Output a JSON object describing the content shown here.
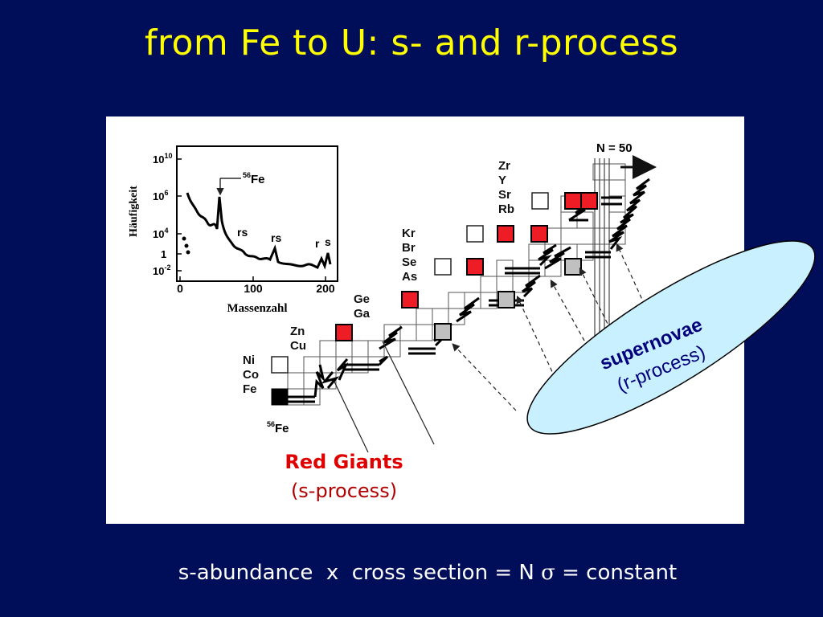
{
  "slide": {
    "title": "from Fe to U: s- and r-process",
    "formula": {
      "left": "s-abundance  x  cross section = N ",
      "sigma": "σ",
      "right": " = constant"
    }
  },
  "inset_plot": {
    "ylabel": "Häufigkeit",
    "xlabel": "Massenzahl",
    "yticks": [
      {
        "base": "10",
        "exp": "10"
      },
      {
        "base": "10",
        "exp": "6"
      },
      {
        "base": "10",
        "exp": "4"
      },
      {
        "base": "1",
        "exp": ""
      },
      {
        "base": "10",
        "exp": "-2"
      }
    ],
    "xticks": [
      "0",
      "100",
      "200"
    ],
    "peak_label": {
      "mass": "56",
      "element": "Fe"
    },
    "annotations": [
      "rs",
      "rs",
      "r",
      "s"
    ]
  },
  "chart": {
    "element_groups": [
      [
        "Ni",
        "Co",
        "Fe"
      ],
      [
        "Zn",
        "Cu"
      ],
      [
        "Ge",
        "Ga"
      ],
      [
        "Kr",
        "Br",
        "Se",
        "As"
      ],
      [
        "Zr",
        "Y",
        "Sr",
        "Rb"
      ]
    ],
    "fe_label": {
      "mass": "56",
      "element": "Fe"
    },
    "n50_label": "N = 50",
    "red_giants": {
      "line1": "Red Giants",
      "line2": "(s-process)"
    },
    "supernovae": {
      "line1": "supernovae",
      "line2": "(r-process)"
    },
    "colors": {
      "s_process_node": "#ee1c25",
      "r_process_only_node": "#c0c0c0",
      "seed": "#000000",
      "ellipse": "#c8f0ff",
      "red_giants_text": "#e00000",
      "supernovae_text": "#00007a"
    }
  }
}
